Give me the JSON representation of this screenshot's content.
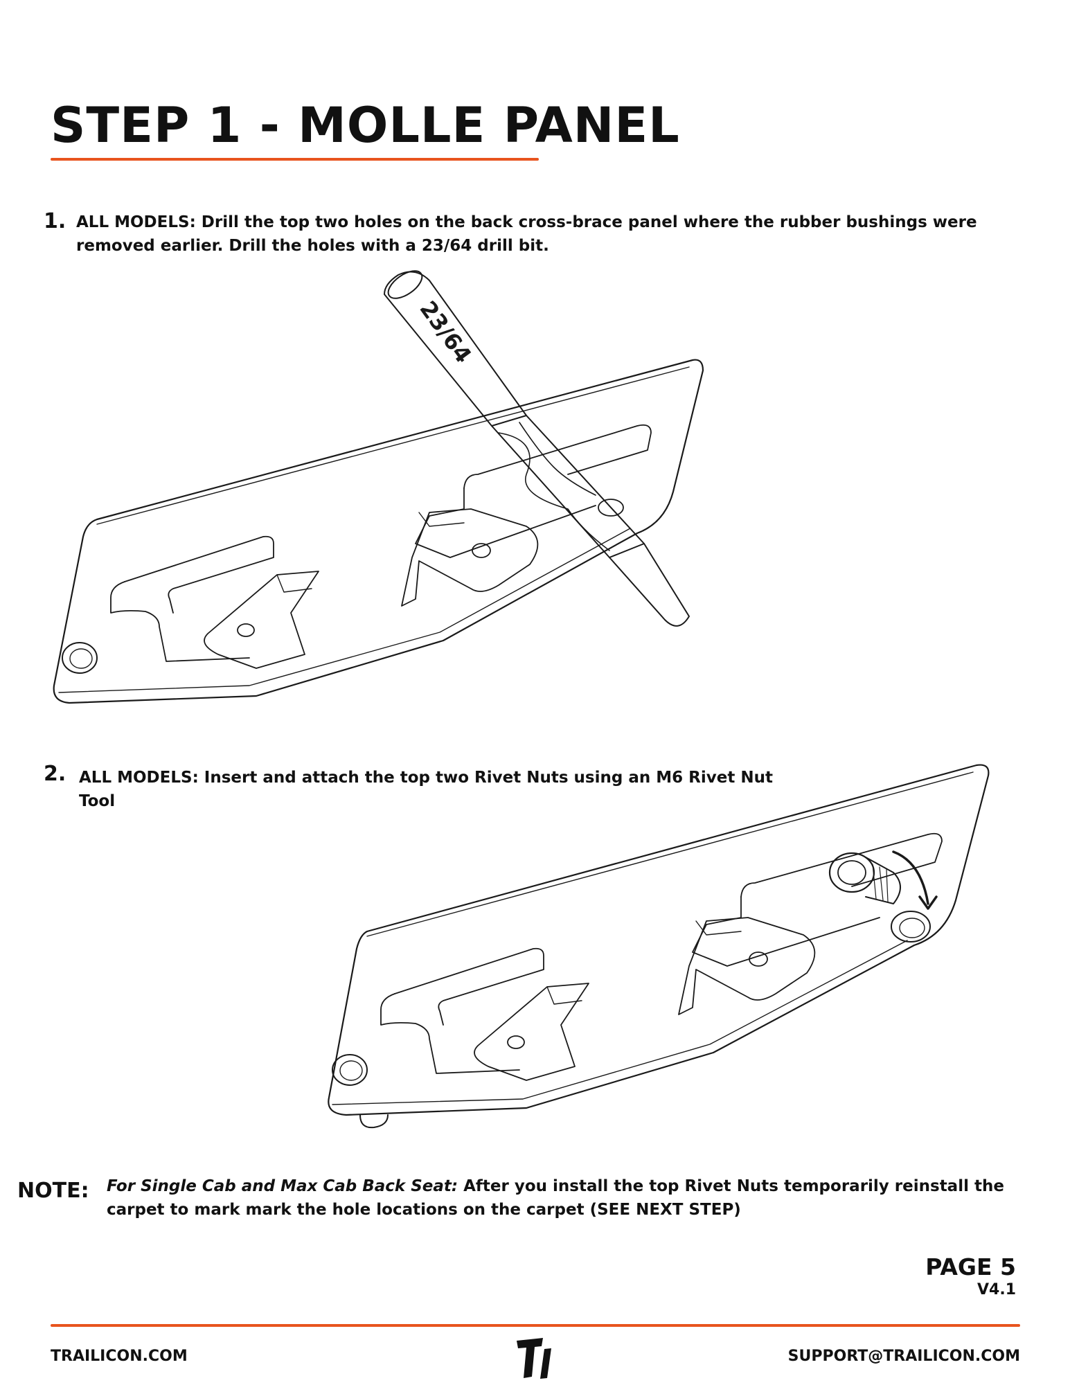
{
  "header": {
    "title": "STEP 1 - MOLLE PANEL"
  },
  "steps": [
    {
      "number": "1.",
      "text": "ALL MODELS: Drill the top two holes on the back cross-brace panel where the rubber bushings were removed earlier. Drill the holes with a 23/64 drill bit."
    },
    {
      "number": "2.",
      "text": "ALL MODELS: Insert and attach the top two Rivet Nuts using an M6 Rivet Nut Tool"
    }
  ],
  "figure1": {
    "drill_bit_label": "23/64"
  },
  "note": {
    "label": "NOTE:",
    "emphasis": "For Single Cab and Max Cab Back Seat:",
    "text": "After you install the top Rivet Nuts temporarily reinstall the carpet to mark mark the hole locations on the carpet (SEE NEXT STEP)"
  },
  "page": {
    "label": "PAGE 5",
    "version": "V4.1"
  },
  "footer": {
    "website": "TRAILICON.COM",
    "email": "SUPPORT@TRAILICON.COM",
    "logo_icon": "trailicon-ti-logo-icon"
  },
  "colors": {
    "accent": "#e8541e",
    "text": "#111111",
    "line": "#1a1a1a"
  }
}
